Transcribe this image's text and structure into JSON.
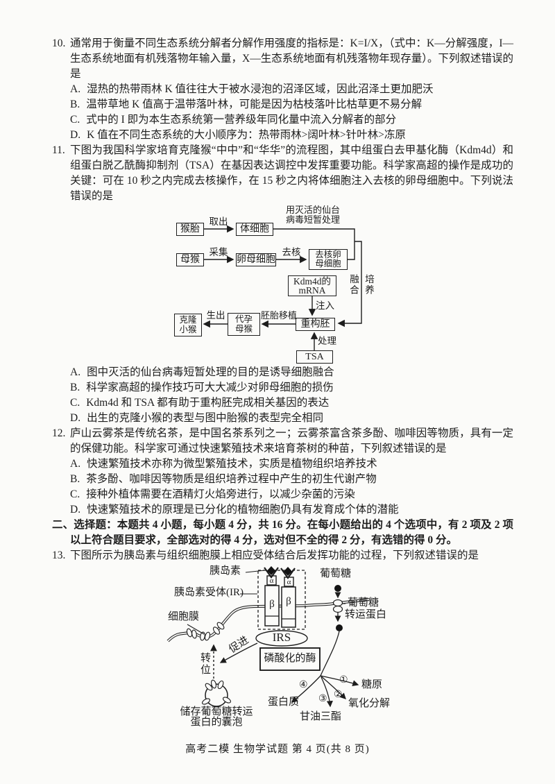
{
  "footer": "高考二模 生物学试题 第 4 页(共 8 页)",
  "questions": [
    {
      "number": "10.",
      "stem": "通常用于衡量不同生态系统分解者分解作用强度的指标是：K=I/X，（式中：K—分解强度，I—生态系统地面有机残落物年输入量，X—生态系统地面有机残落物年现存量）。下列叙述错误的是",
      "options": [
        {
          "label": "A.",
          "text": "湿热的热带雨林 K 值往往大于被水浸泡的沼泽区域，因此沼泽土更加肥沃"
        },
        {
          "label": "B.",
          "text": "温带草地 K 值高于温带落叶林，可能是因为枯枝落叶比枯草更不易分解"
        },
        {
          "label": "C.",
          "text": "式中的 I 即为本生态系统第一营养级年同化量中流入分解者的部分"
        },
        {
          "label": "D.",
          "text": "K 值在不同生态系统的大小顺序为：热带雨林>阔叶林>针叶林>冻原"
        }
      ]
    },
    {
      "number": "11.",
      "stem": "下图为我国科学家培育克隆猴“中中”和“华华”的流程图，其中组蛋白去甲基化酶（Kdm4d）和组蛋白脱乙酰酶抑制剂（TSA）在基因表达调控中发挥重要功能。科学家高超的操作是成功的关键：可在 10 秒之内完成去核操作，在 15 秒之内将体细胞注入去核的卵母细胞中。下列说法错误的是",
      "options": [
        {
          "label": "A.",
          "text": "图中灭活的仙台病毒短暂处理的目的是诱导细胞融合"
        },
        {
          "label": "B.",
          "text": "科学家高超的操作技巧可大大减少对卵母细胞的损伤"
        },
        {
          "label": "C.",
          "text": "Kdm4d 和 TSA 都有助于重构胚完成相关基因的表达"
        },
        {
          "label": "D.",
          "text": "出生的克隆小猴的表型与图中胎猴的表型完全相同"
        }
      ]
    },
    {
      "number": "12.",
      "stem": "庐山云雾茶是传统名茶，是中国名茶系列之一；云雾茶富含茶多酚、咖啡因等物质，具有一定的保健功能。科学家可通过快速繁殖技术来培育茶树的种苗，下列叙述错误的是",
      "options": [
        {
          "label": "A.",
          "text": "快速繁殖技术亦称为微型繁殖技术，实质是植物组织培养技术"
        },
        {
          "label": "B.",
          "text": "茶多酚、咖啡因等物质是组织培养过程中产生的初生代谢产物"
        },
        {
          "label": "C.",
          "text": "接种外植体需要在酒精灯火焰旁进行，以减少杂菌的污染"
        },
        {
          "label": "D.",
          "text": "快速繁殖技术的原理是已分化的植物细胞仍具有发育成个体的潜能"
        }
      ]
    }
  ],
  "section2": {
    "heading": "二、选择题：本题共 4 小题，每小题 4 分，共 16 分。在每小题给出的 4 个选项中，有 2 项及 2 项以上符合题目要求，全部选对的得 4 分，选对但不全的得 2 分，有选错的得 0 分。"
  },
  "q13": {
    "number": "13.",
    "stem": "下图所示为胰岛素与组织细胞膜上相应受体结合后发挥功能的过程，下列叙述错误的是"
  },
  "cloning_diagram": {
    "fetus": "猴胎",
    "take_out": "取出",
    "somatic_cell": "体细胞",
    "virus_note_1": "用灭活的仙台",
    "virus_note_2": "病毒短暂处理",
    "mother_monkey": "母猴",
    "collect": "采集",
    "oocyte": "卵母细胞",
    "enucleate": "去核",
    "enucleated_1": "去核卵",
    "enucleated_2": "母细胞",
    "kdm_1": "Kdm4d的",
    "kdm_2": "mRNA",
    "inject": "注入",
    "fuse": "融合",
    "culture": "培养",
    "embryo": "重构胚",
    "treat": "处理",
    "tsa": "TSA",
    "transfer": "胚胎移植",
    "surrogate_1": "代孕",
    "surrogate_2": "母猴",
    "birth": "生出",
    "clone_1": "克隆",
    "clone_2": "小猴"
  },
  "insulin_diagram": {
    "insulin": "胰岛素",
    "receptor": "胰岛素受体(IR)",
    "membrane": "细胞膜",
    "glucose": "葡萄糖",
    "transporter_1": "葡萄糖",
    "transporter_2": "转运蛋白",
    "alpha": "α",
    "beta": "β",
    "irs": "IRS",
    "promote": "促进",
    "translocate": "转位",
    "vesicle_1": "储存葡萄糖转运",
    "vesicle_2": "蛋白的囊泡",
    "enzyme": "磷酸化的酶",
    "n1": "①",
    "n2": "②",
    "n3": "③",
    "n4": "④",
    "glycogen": "糖原",
    "oxidize": "氧化分解",
    "triglyceride": "甘油三酯",
    "protein": "蛋白质"
  }
}
